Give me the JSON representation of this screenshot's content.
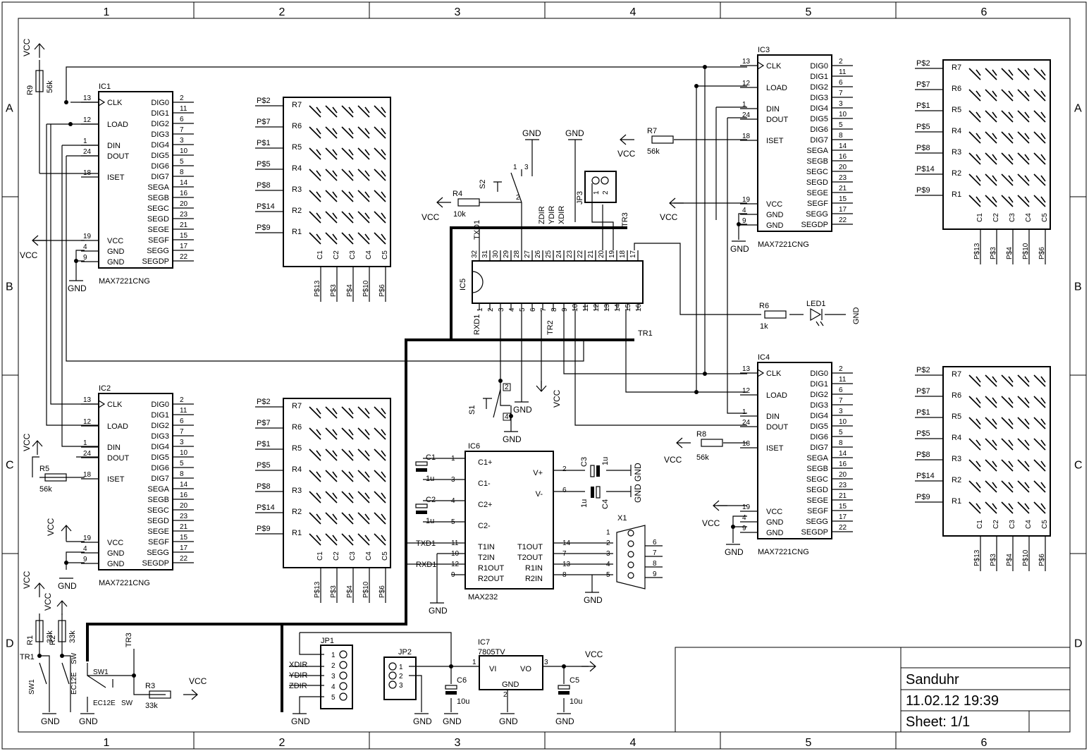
{
  "title_block": {
    "name": "Sanduhr",
    "date": "11.02.12 19:39",
    "sheet": "Sheet: 1/1"
  },
  "grid": {
    "cols": [
      "1",
      "2",
      "3",
      "4",
      "5",
      "6"
    ],
    "rows": [
      "A",
      "B",
      "C",
      "D"
    ]
  },
  "driver": {
    "part": "MAX7221CNG",
    "left_pins": [
      {
        "num": "13",
        "name": "CLK"
      },
      {
        "num": "12",
        "name": "LOAD"
      },
      {
        "num": "1",
        "name": "DIN"
      },
      {
        "num": "24",
        "name": "DOUT"
      },
      {
        "num": "18",
        "name": "ISET"
      },
      {
        "num": "19",
        "name": "VCC"
      },
      {
        "num": "4",
        "name": "GND"
      },
      {
        "num": "9",
        "name": "GND"
      }
    ],
    "right_pins": [
      {
        "num": "2",
        "name": "DIG0"
      },
      {
        "num": "11",
        "name": "DIG1"
      },
      {
        "num": "6",
        "name": "DIG2"
      },
      {
        "num": "7",
        "name": "DIG3"
      },
      {
        "num": "3",
        "name": "DIG4"
      },
      {
        "num": "10",
        "name": "DIG5"
      },
      {
        "num": "5",
        "name": "DIG6"
      },
      {
        "num": "8",
        "name": "DIG7"
      },
      {
        "num": "14",
        "name": "SEGA"
      },
      {
        "num": "16",
        "name": "SEGB"
      },
      {
        "num": "20",
        "name": "SEGC"
      },
      {
        "num": "23",
        "name": "SEGD"
      },
      {
        "num": "21",
        "name": "SEGE"
      },
      {
        "num": "15",
        "name": "SEGF"
      },
      {
        "num": "17",
        "name": "SEGG"
      },
      {
        "num": "22",
        "name": "SEGDP"
      }
    ]
  },
  "drivers": [
    {
      "ref": "IC1"
    },
    {
      "ref": "IC2"
    },
    {
      "ref": "IC3"
    },
    {
      "ref": "IC4"
    }
  ],
  "matrix": {
    "row_labels": [
      "R7",
      "R6",
      "R5",
      "R4",
      "R3",
      "R2",
      "R1"
    ],
    "row_nets": [
      "P$2",
      "P$7",
      "P$1",
      "P$5",
      "P$8",
      "P$14",
      "P$9"
    ],
    "col_labels": [
      "C1",
      "C2",
      "C3",
      "C4",
      "C5"
    ],
    "col_nets": [
      "P$13",
      "P$3",
      "P$4",
      "P$10",
      "P$6"
    ]
  },
  "max232": {
    "ref": "IC6",
    "part": "MAX232",
    "left_pins": [
      {
        "num": "1",
        "name": "C1+"
      },
      {
        "num": "3",
        "name": "C1-"
      },
      {
        "num": "4",
        "name": "C2+"
      },
      {
        "num": "5",
        "name": "C2-"
      },
      {
        "num": "11",
        "name": "T1IN"
      },
      {
        "num": "10",
        "name": "T2IN"
      },
      {
        "num": "12",
        "name": "R1OUT"
      },
      {
        "num": "9",
        "name": "R2OUT"
      }
    ],
    "right_pins": [
      {
        "num": "2",
        "name": "V+"
      },
      {
        "num": "6",
        "name": "V-"
      },
      {
        "num": "14",
        "name": "T1OUT"
      },
      {
        "num": "7",
        "name": "T2OUT"
      },
      {
        "num": "13",
        "name": "R1IN"
      },
      {
        "num": "8",
        "name": "R2IN"
      }
    ]
  },
  "mcu": {
    "ref": "IC5",
    "top_pins": [
      "32",
      "31",
      "30",
      "29",
      "28",
      "27",
      "26",
      "25",
      "24",
      "23",
      "22",
      "21",
      "20",
      "19",
      "18",
      "17"
    ],
    "bottom_pins": [
      "1",
      "2",
      "3",
      "4",
      "5",
      "6",
      "7",
      "8",
      "9",
      "10",
      "11",
      "12",
      "13",
      "14",
      "15",
      "16"
    ]
  },
  "regulator": {
    "ref": "IC7",
    "part": "7805TV",
    "vi": "VI",
    "vo": "VO",
    "gnd": "GND",
    "pin1": "1",
    "pin2": "2",
    "pin3": "3"
  },
  "connector": {
    "ref": "X1",
    "left": [
      "1",
      "2",
      "3",
      "4",
      "5"
    ],
    "right": [
      "6",
      "7",
      "8",
      "9"
    ]
  },
  "jp1": {
    "ref": "JP1",
    "pins": [
      "1",
      "2",
      "3",
      "4",
      "5"
    ],
    "nets": [
      "XDIR",
      "YDIR",
      "ZDIR"
    ]
  },
  "jp2": {
    "ref": "JP2",
    "pins": [
      "1",
      "2",
      "3"
    ]
  },
  "jp3": {
    "ref": "JP3",
    "pins": [
      "1",
      "2"
    ]
  },
  "nets": {
    "vcc": "VCC",
    "gnd": "GND",
    "tr1": "TR1",
    "tr2": "TR2",
    "tr3": "TR3",
    "txd1": "TXD1",
    "rxd1": "RXD1",
    "txd1b": "TXD1",
    "rxd1b": "RXD1",
    "zdir": "ZDIR",
    "ydir": "YDIR",
    "xdir": "XDIR",
    "ec12e": "EC12E",
    "sw": "SW",
    "sw1": "SW1"
  },
  "parts": {
    "R1": {
      "ref": "R1",
      "value": "33k"
    },
    "R2": {
      "ref": "R2",
      "value": "33k"
    },
    "R3": {
      "ref": "R3",
      "value": "33k"
    },
    "R4": {
      "ref": "R4",
      "value": "10k"
    },
    "R5": {
      "ref": "R5",
      "value": "56k"
    },
    "R6": {
      "ref": "R6",
      "value": "1k"
    },
    "R7": {
      "ref": "R7",
      "value": "56k"
    },
    "R8": {
      "ref": "R8",
      "value": "56k"
    },
    "R9": {
      "ref": "R9",
      "value": "56k"
    },
    "C1": {
      "ref": "C1",
      "value": "1u"
    },
    "C2": {
      "ref": "C2",
      "value": "1u"
    },
    "C3": {
      "ref": "C3",
      "value": "1u"
    },
    "C4": {
      "ref": "C4",
      "value": "1u"
    },
    "C5": {
      "ref": "C5",
      "value": "10u"
    },
    "C6": {
      "ref": "C6",
      "value": "10u"
    },
    "LED1": {
      "ref": "LED1"
    },
    "S1": {
      "ref": "S1"
    },
    "S2": {
      "ref": "S2"
    }
  }
}
